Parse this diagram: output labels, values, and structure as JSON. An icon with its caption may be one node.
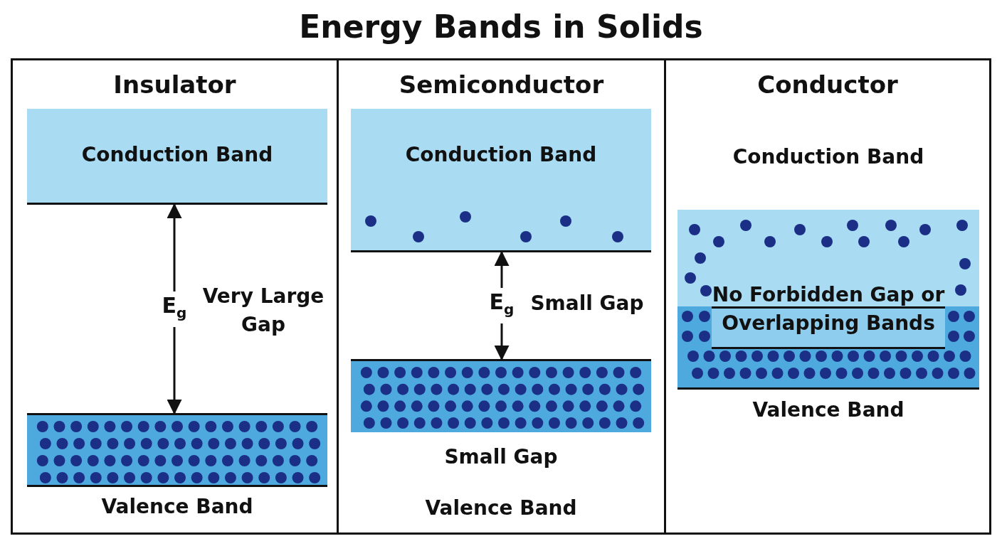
{
  "diagram": {
    "title": "Energy Bands in Solids",
    "nodes": [
      {
        "text": [
          "Insulator"
        ]
      },
      {
        "text": [
          "Conduction Band"
        ],
        "in": 0
      },
      {
        "text": [
          "Valence Band"
        ],
        "in": 0
      },
      {
        "text": [
          "Semiconductor"
        ]
      },
      {
        "text": [
          "Conduction Band"
        ],
        "in": 3
      },
      {
        "text": [
          "Valence Band"
        ],
        "in": 3,
        "beside": [
          "Small Gap"
        ]
      },
      {
        "text": [
          "Conductor"
        ]
      },
      {
        "text": [
          "Conduction Band",
          "No Forbidden Gap or Overlapping Bands",
          "Valence Band"
        ],
        "in": 6
      }
    ],
    "edges": [
      {
        "from": 1,
        "to": 2,
        "arrow": "both",
        "label": "E$_{g}$"
      },
      {
        "from": 4,
        "to": 5,
        "arrow": "both",
        "label": "E$_{g}$"
      }
    ],
    "labels": [
      "Very Large Gap",
      "Small Gap"
    ]
  }
}
